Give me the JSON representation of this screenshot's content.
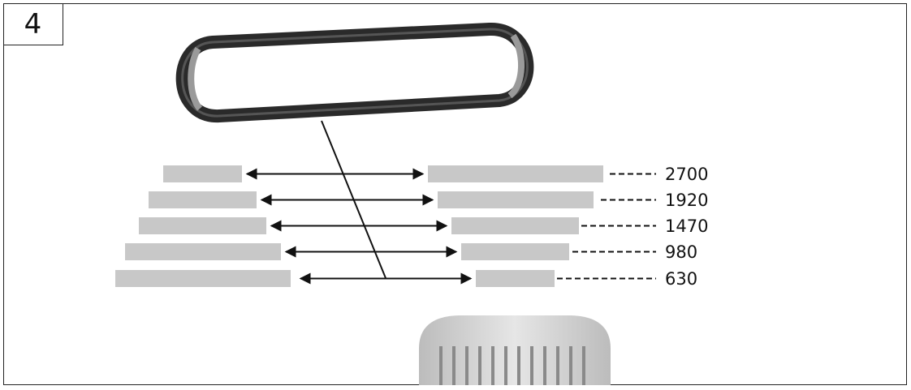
{
  "step_number": "4",
  "speeds": [
    {
      "value": "2700"
    },
    {
      "value": "1920"
    },
    {
      "value": "1470"
    },
    {
      "value": "980"
    },
    {
      "value": "630"
    }
  ],
  "colors": {
    "pulley_gray": "#c8c8c8",
    "belt": "#2a2a2a",
    "line": "#111111",
    "motor_gray": "#d9d9d9"
  }
}
